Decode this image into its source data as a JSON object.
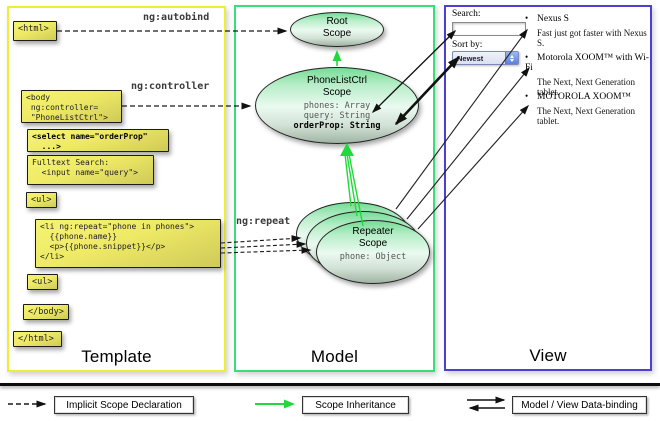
{
  "columns": {
    "template_label": "Template",
    "model_label": "Model",
    "view_label": "View"
  },
  "directive_labels": {
    "autobind": "ng:autobind",
    "controller": "ng:controller",
    "repeat": "ng:repeat"
  },
  "template": {
    "boxes": {
      "html_open": "<html>",
      "body_open": "<body\n ng:controller=\n \"PhoneListCtrl\">",
      "select": "<select name=\"orderProp\"\n  ...>",
      "fulltext": "Fulltext Search:\n  <input name=\"query\">",
      "ul_open": "<ul>",
      "li_repeat": "<li ng:repeat=\"phone in phones\">\n  {{phone.name}}\n  <p>{{phone.snippet}}</p>\n</li>",
      "ul_close": "<ul>",
      "body_close": "</body>",
      "html_close": "</html>"
    }
  },
  "model": {
    "root_scope": {
      "title": "Root\nScope"
    },
    "phonelist_scope": {
      "title": "PhoneListCtrl\nScope",
      "prop_phones": "phones: Array",
      "prop_query": "query: String",
      "prop_orderprop": "orderProp: String"
    },
    "repeater_scope": {
      "title": "Repeater\nScope",
      "prop_phone": "phone: Object"
    }
  },
  "view": {
    "search_label": "Search:",
    "search_value": "",
    "sort_label": "Sort by:",
    "sort_value": "Newest",
    "items": [
      {
        "title": "Nexus S",
        "desc": "Fast just got faster with Nexus S."
      },
      {
        "title": "Motorola XOOM™ with Wi-Fi",
        "desc": "The Next, Next Generation tablet."
      },
      {
        "title": "MOTOROLA XOOM™",
        "desc": "The Next, Next Generation tablet."
      }
    ]
  },
  "legend": {
    "implicit": "Implicit Scope Declaration",
    "inheritance": "Scope Inheritance",
    "binding": "Model / View Data-binding"
  },
  "colors": {
    "template_border": "#eeee33",
    "model_border": "#3bdc7d",
    "view_border": "#4d3fd4",
    "inheritance_arrow": "#21d93a",
    "code_box_fill": "#eeea66"
  }
}
